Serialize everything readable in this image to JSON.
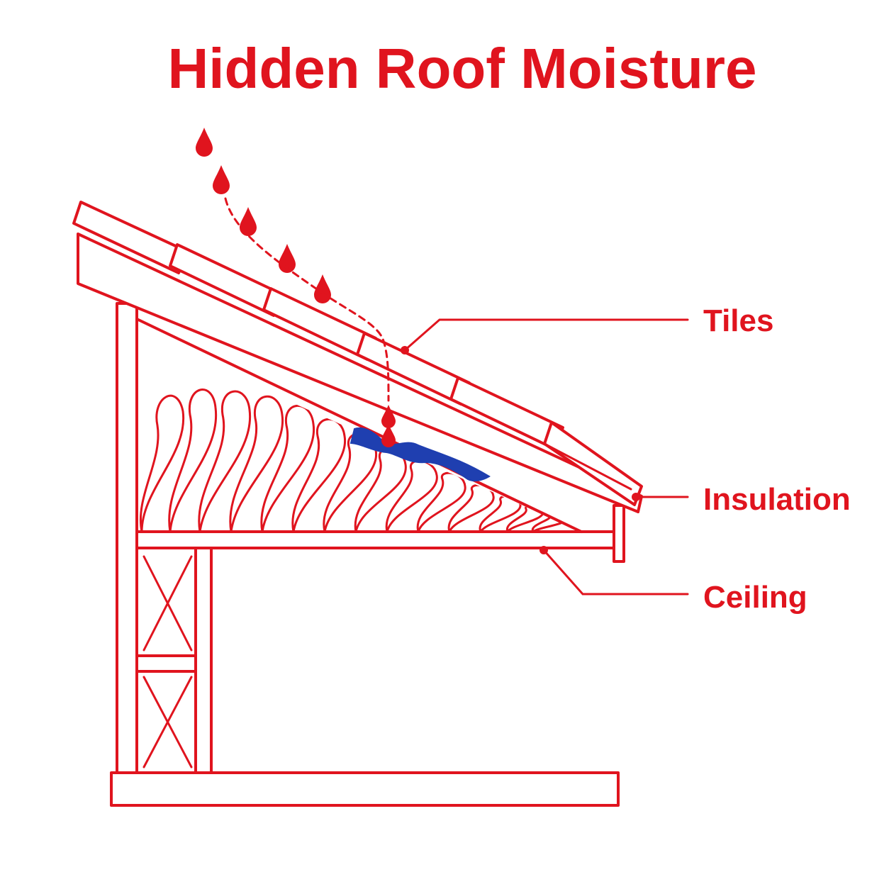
{
  "title": "Hidden Roof Moisture",
  "labels": {
    "tiles": "Tiles",
    "insulation": "Insulation",
    "ceiling": "Ceiling"
  },
  "colors": {
    "line": "#e0141e",
    "moisture": "#1f3fb0",
    "background": "#ffffff"
  }
}
